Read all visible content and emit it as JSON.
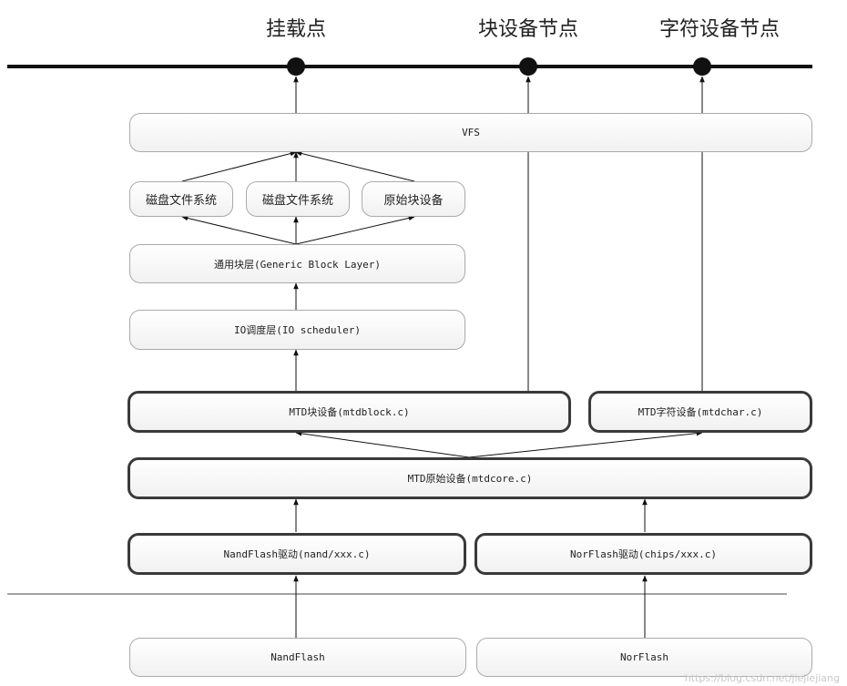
{
  "top_labels": {
    "mount_point": "挂载点",
    "block_dev_node": "块设备节点",
    "char_dev_node": "字符设备节点"
  },
  "boxes": {
    "vfs": "VFS",
    "disk_fs_1": "磁盘文件系统",
    "disk_fs_2": "磁盘文件系统",
    "raw_block": "原始块设备",
    "generic_block": "通用块层(Generic Block Layer)",
    "io_sched": "IO调度层(IO scheduler)",
    "mtd_block": "MTD块设备(mtdblock.c)",
    "mtd_char": "MTD字符设备(mtdchar.c)",
    "mtd_core": "MTD原始设备(mtdcore.c)",
    "nand_driver": "NandFlash驱动(nand/xxx.c)",
    "nor_driver": "NorFlash驱动(chips/xxx.c)",
    "nand_hw": "NandFlash",
    "nor_hw": "NorFlash"
  },
  "watermark": "https://blog.csdn.net/jiejiejiang",
  "colors": {
    "line": "#111111",
    "box_border_thick": "#3a3a3a",
    "box_border_thin": "#aaaaaa"
  }
}
